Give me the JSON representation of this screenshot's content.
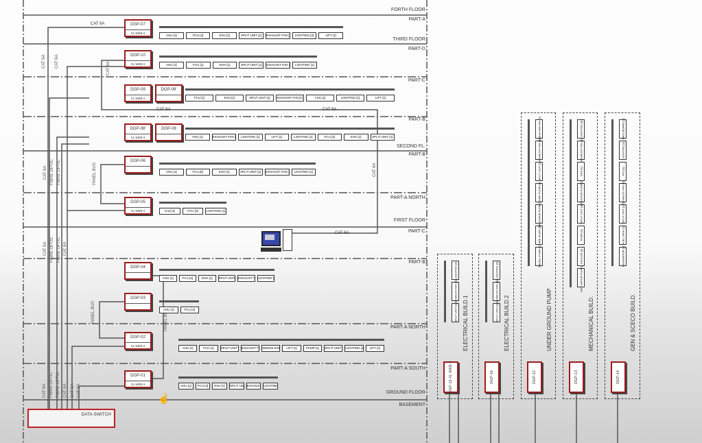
{
  "floor_labels": {
    "forth_floor": "FORTH FLOOR",
    "fourth_part_a": "PART-A",
    "third_floor": "THIRD FLOOR",
    "third_part_d": "PART-D",
    "third_part_c": "PART-C",
    "third_part_b": "PART-B",
    "second_floor": "SECOND FL.",
    "second_part_b": "PART-B",
    "second_part_a_north": "PART-A NORTH",
    "first_floor": "FIRST FLOOR",
    "first_part_c": "PART-C",
    "first_part_b": "PART-B",
    "first_part_a_north": "PART-A NORTH",
    "first_part_a_south": "PART-A SOUTH",
    "ground_floor": "GROUND FLOOR",
    "basement": "BASEMENT"
  },
  "cables": {
    "cat6a": "CAT 6A",
    "fibre": "FIBRE OPTIC",
    "panel_bus": "PANEL BUS",
    "data_switch": "DATA SWITCH"
  },
  "panels": [
    {
      "id": "DGP-07",
      "sub": "XL WEB II"
    },
    {
      "id": "DGP-10",
      "sub": "XL WEB II"
    },
    {
      "id": "DGP-09",
      "sub": "XL WEB II"
    },
    {
      "id": "DGP-09'",
      "sub": ""
    },
    {
      "id": "DGP-08'",
      "sub": "XL WEB II"
    },
    {
      "id": "DGP-08",
      "sub": ""
    },
    {
      "id": "DGP-06",
      "sub": ""
    },
    {
      "id": "DGP-05",
      "sub": "XL WEB II"
    },
    {
      "id": "DGP-04",
      "sub": ""
    },
    {
      "id": "DGP-03",
      "sub": ""
    },
    {
      "id": "DGP-02",
      "sub": "XL WEB II"
    },
    {
      "id": "DGP-01",
      "sub": "XL WEB II"
    }
  ],
  "equipment_rows": [
    {
      "panel": "DGP-07",
      "items": [
        "AHU [1]",
        "FCU [4]",
        "EXH [1]",
        "SPLIT UNIT [1]",
        "EXHAUST FAN [1]",
        "LIGHTING [2]",
        "LIFT [1]"
      ]
    },
    {
      "panel": "DGP-10",
      "items": [
        "AHU [1]",
        "FCU [1]",
        "EXH [1]",
        "SPLIT UNIT [1]",
        "EXHAUST FAN [1]",
        "LIGHTING [1]"
      ]
    },
    {
      "panel": "DGP-09",
      "items": [
        "FCU [1]",
        "EXH [1]",
        "SPLIT UNIT [1]",
        "EXHAUST FAN [1]",
        "AHU [1]",
        "LIGHTING [1]",
        "LIFT [1]"
      ]
    },
    {
      "panel": "DGP-08",
      "items": [
        "AHU [1]",
        "EXHAUST FAN [1]",
        "LIGHTING [1]",
        "LIFT [1]",
        "LIGHTING [1]",
        "FCU [3]",
        "EXH [1]",
        "SPLIT UNIT [1]"
      ]
    },
    {
      "panel": "DGP-06",
      "items": [
        "AHU [1]",
        "FCU [5]",
        "EXH [1]",
        "SPLIT UNIT [1]",
        "EXHAUST FAN [1]",
        "LIGHTING [1]"
      ]
    },
    {
      "panel": "DGP-05",
      "items": [
        "AHU [1]",
        "FCU [3]",
        "LIGHTING [1]"
      ]
    },
    {
      "panel": "DGP-04",
      "items": [
        "AHU [1]",
        "FCU [4]",
        "EXH [1]",
        "SPLIT UNIT [1]",
        "EXHAUST FAN [1]",
        "LIGHTING [4]"
      ]
    },
    {
      "panel": "DGP-03",
      "items": [
        "AHU [1]",
        "FCU [4]"
      ]
    },
    {
      "panel": "DGP-02",
      "items": [
        "AHU [1]",
        "FCU [4]",
        "SPLIT UNIT [1]",
        "EXHAUST FAN [1]",
        "SMOKE EXH [1]",
        "LIFT [1]",
        "PUMP [1]",
        "SPLIT UNIT [1]",
        "LIGHTING [2]",
        "LIFT [1]"
      ]
    },
    {
      "panel": "DGP-01",
      "items": [
        "AHU [1]",
        "FCU [4]",
        "EXH [1]",
        "SPLIT UNIT [1]",
        "EXHAUST FAN [1]",
        "LIGHTING [1]"
      ]
    }
  ],
  "buildings": [
    {
      "name": "ELECTRICAL BUILD.1",
      "panel": "DGP-15",
      "sub": "XL WEB II",
      "items": [
        "SPLIT UNIT [1]",
        "EXHAUST FAN [1]",
        "LIGHTING [2]"
      ]
    },
    {
      "name": "ELECTRICAL BUILD.2",
      "panel": "DGP-16",
      "sub": "",
      "items": [
        "SPLIT UNIT [1]",
        "EXHAUST FAN [1]",
        "LIGHTING [2]"
      ]
    },
    {
      "name": "UNDER GROUND PUMP",
      "panel": "DGP-12",
      "sub": "",
      "items": [
        "DIESEL PUMP [1]",
        "FIRE PUMP [1]",
        "TRANSFER PUMP [1]",
        "SUMP PUMP [1]",
        "SPLIT UNIT [1]",
        "EXHAUST FAN [1]",
        "FRESH AIR FAN [1]"
      ]
    },
    {
      "name": "MECHANICAL BUILD.",
      "panel": "DGP-13",
      "sub": "",
      "items": [
        "HOT WATER PUMP [1]",
        "CHILLER [1]",
        "PUMP [1]",
        "SPLIT UNIT [1]",
        "BOOSTER PUMP [1]",
        "EXH [1]",
        "EXHAUST FAN [1]",
        "LIGHTING [1]"
      ]
    },
    {
      "name": "GEN & SCECO BUILD.",
      "panel": "DGP-14",
      "sub": "",
      "items": [
        "GENERATOR [1]",
        "FUEL TANK [1]",
        "SPLIT UNIT [1]",
        "EXHAUST FAN [1]",
        "ATS [1]",
        "LIGHTING [1]",
        "MAIN BOARD [1]"
      ]
    }
  ]
}
